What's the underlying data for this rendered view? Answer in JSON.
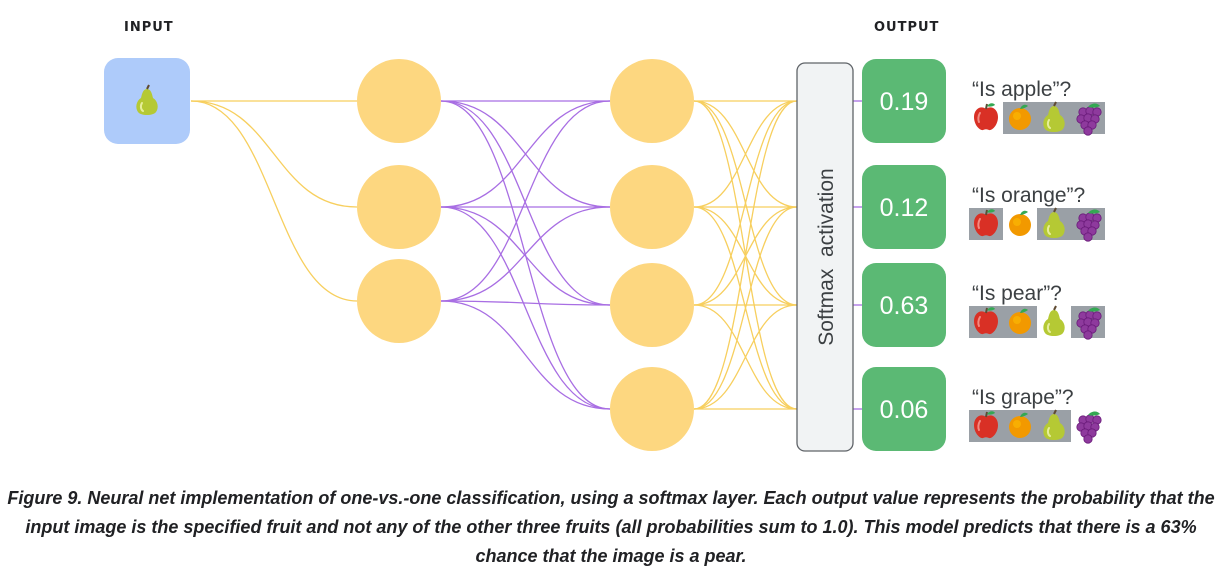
{
  "labels": {
    "input": "INPUT",
    "output": "OUTPUT"
  },
  "softmax_label": "Softmax  activation",
  "outputs": [
    {
      "value": "0.19",
      "question": "“Is apple”?",
      "target": "apple"
    },
    {
      "value": "0.12",
      "question": "“Is orange”?",
      "target": "orange"
    },
    {
      "value": "0.63",
      "question": "“Is pear”?",
      "target": "pear"
    },
    {
      "value": "0.06",
      "question": "“Is grape”?",
      "target": "grape"
    }
  ],
  "fruits": [
    "apple",
    "orange",
    "pear",
    "grape"
  ],
  "input_fruit": "pear",
  "colors": {
    "input_box": "#aecbfa",
    "neuron": "#fdd780",
    "output_box": "#5bb974",
    "yellow_line": "#f7cf5e",
    "purple_line": "#a86ee3",
    "softmax_fill": "#f1f3f4",
    "grey_highlight": "#9aa0a6"
  },
  "caption": "Figure 9. Neural net implementation of one-vs.-one classification, using a softmax layer. Each output value represents the probability that the input image is the specified fruit and not any of the other three fruits (all probabilities sum to 1.0). This model predicts that there is a 63% chance that the image is a pear."
}
